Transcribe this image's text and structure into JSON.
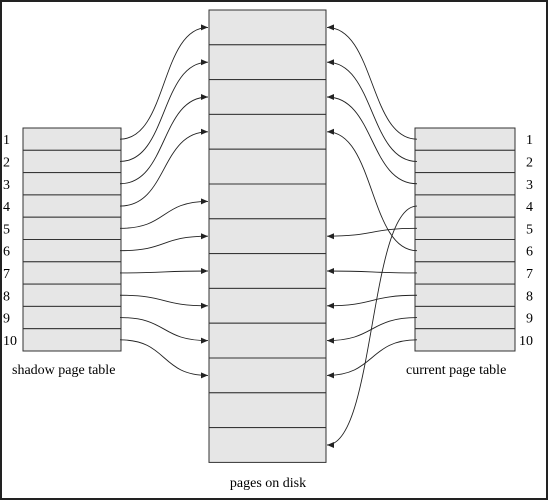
{
  "diagram": {
    "shadow_label": "shadow page table",
    "current_label": "current page table",
    "disk_label": "pages on disk",
    "entry_numbers": [
      "1",
      "2",
      "3",
      "4",
      "5",
      "6",
      "7",
      "8",
      "9",
      "10"
    ],
    "disk_page_count": 13,
    "shadow_pointers": [
      1,
      2,
      3,
      4,
      6,
      7,
      8,
      9,
      10,
      11
    ],
    "current_pointers": [
      1,
      2,
      3,
      13,
      7,
      4,
      8,
      9,
      10,
      11
    ]
  }
}
